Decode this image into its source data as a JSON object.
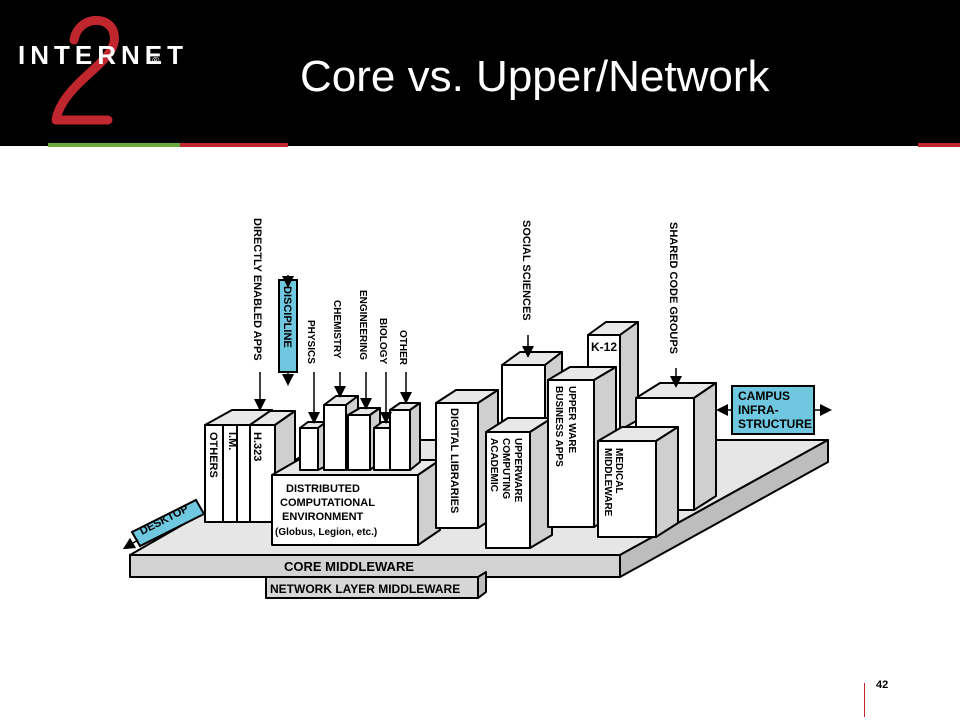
{
  "header": {
    "logo_text": "INTERNET",
    "logo_mark": "®",
    "title": "Core vs. Upper/Network"
  },
  "colors": {
    "header_bg": "#000000",
    "accent_green": "#6aa83b",
    "accent_red": "#c0262d",
    "label_blue": "#6fc8e0"
  },
  "diagram": {
    "core_middleware": "CORE  MIDDLEWARE",
    "network_layer_middleware": "NETWORK  LAYER  MIDDLEWARE",
    "desktop": "DESKTOP",
    "campus": [
      "CAMPUS",
      "INFRA-",
      "STRUCTURE"
    ],
    "discipline": "DISCIPLINE",
    "directly_enabled_apps": "DIRECTLY  ENABLED  APPS",
    "physics": "PHYSICS",
    "chemistry": "CHEMISTRY",
    "engineering": "ENGINEERING",
    "biology": "BIOLOGY",
    "other": "OTHER",
    "others": "OTHERS",
    "im": "I.M.",
    "h323": "H.323",
    "dce": [
      "DISTRIBUTED",
      "COMPUTATIONAL",
      "ENVIRONMENT",
      "(Globus,  Legion,  etc.)"
    ],
    "digital_libraries": "DIGITAL  LIBRARIES",
    "social_sciences": "SOCIAL  SCIENCES",
    "academic": [
      "ACADEMIC",
      "COMPUTING",
      "UPPERWARE"
    ],
    "business": [
      "BUSINESS  APPS",
      "UPPER  WARE"
    ],
    "k12": "K-12",
    "medical": [
      "MEDICAL",
      "MIDDLEWARE"
    ],
    "shared_code_groups": "SHARED  CODE  GROUPS"
  },
  "footer": {
    "page_number": "42"
  }
}
